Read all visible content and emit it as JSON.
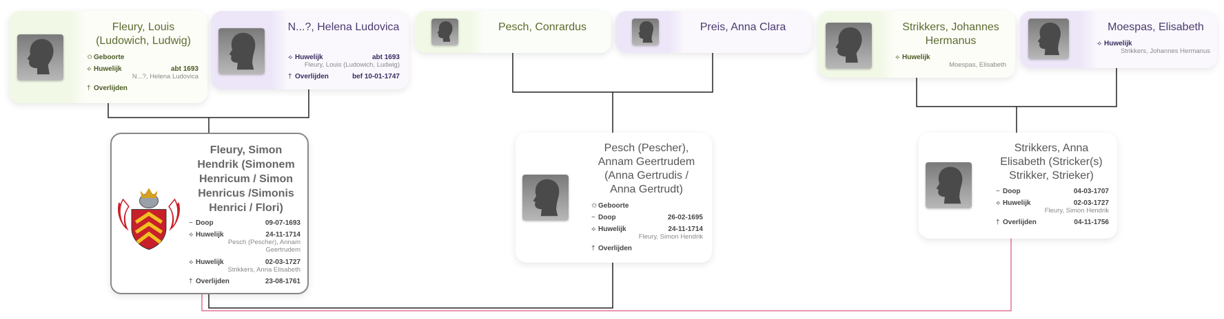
{
  "people": {
    "p1": {
      "name": "Fleury, Louis (Ludowich, Ludwig)",
      "events": [
        {
          "icon": "✩",
          "label": "Geboorte",
          "date": "",
          "spouse": ""
        },
        {
          "icon": "⟡",
          "label": "Huwelijk",
          "date": "abt 1693",
          "spouse": "N...?, Helena Ludovica"
        },
        {
          "icon": "†",
          "label": "Overlijden",
          "date": "",
          "spouse": ""
        }
      ]
    },
    "p2": {
      "name": "N...?, Helena Ludovica",
      "events": [
        {
          "icon": "⟡",
          "label": "Huwelijk",
          "date": "abt 1693",
          "spouse": "Fleury, Louis (Ludowich, Ludwig)"
        },
        {
          "icon": "†",
          "label": "Overlijden",
          "date": "bef 10-01-1747",
          "spouse": ""
        }
      ]
    },
    "p3": {
      "name": "Pesch, Conrardus",
      "events": []
    },
    "p4": {
      "name": "Preis, Anna Clara",
      "events": []
    },
    "p5": {
      "name": "Strikkers, Johannes Hermanus",
      "events": [
        {
          "icon": "⟡",
          "label": "Huwelijk",
          "date": "",
          "spouse": "Moespas, Elisabeth"
        }
      ]
    },
    "p6": {
      "name": "Moespas, Elisabeth",
      "events": [
        {
          "icon": "⟡",
          "label": "Huwelijk",
          "date": "",
          "spouse": "Strikkers, Johannes Hermanus"
        }
      ]
    },
    "c1": {
      "name": "Fleury, Simon Hendrik (Simonem Henricum / Simon Henricus /Simonis Henrici / Flori)",
      "events": [
        {
          "icon": "~",
          "label": "Doop",
          "date": "09-07-1693",
          "spouse": ""
        },
        {
          "icon": "⟡",
          "label": "Huwelijk",
          "date": "24-11-1714",
          "spouse": "Pesch (Pescher), Annam Geertrudem"
        },
        {
          "icon": "⟡",
          "label": "Huwelijk",
          "date": "02-03-1727",
          "spouse": "Strikkers, Anna Elisabeth"
        },
        {
          "icon": "†",
          "label": "Overlijden",
          "date": "23-08-1761",
          "spouse": ""
        }
      ]
    },
    "c2": {
      "name": "Pesch (Pescher), Annam Geertrudem (Anna Gertrudis / Anna Gertrudt)",
      "events": [
        {
          "icon": "✩",
          "label": "Geboorte",
          "date": "",
          "spouse": ""
        },
        {
          "icon": "~",
          "label": "Doop",
          "date": "26-02-1695",
          "spouse": ""
        },
        {
          "icon": "⟡",
          "label": "Huwelijk",
          "date": "24-11-1714",
          "spouse": "Fleury, Simon Hendrik"
        },
        {
          "icon": "†",
          "label": "Overlijden",
          "date": "",
          "spouse": ""
        }
      ]
    },
    "c3": {
      "name": "Strikkers, Anna Elisabeth (Stricker(s) Strikker, Strieker)",
      "events": [
        {
          "icon": "~",
          "label": "Doop",
          "date": "04-03-1707",
          "spouse": ""
        },
        {
          "icon": "⟡",
          "label": "Huwelijk",
          "date": "02-03-1727",
          "spouse": "Fleury, Simon Hendrik"
        },
        {
          "icon": "†",
          "label": "Overlijden",
          "date": "04-11-1756",
          "spouse": ""
        }
      ]
    }
  },
  "colors": {
    "male_band": "#f1f8e6",
    "female_band": "#ede6f8",
    "line": "#222222",
    "second_marriage_line": "#e0729a"
  }
}
